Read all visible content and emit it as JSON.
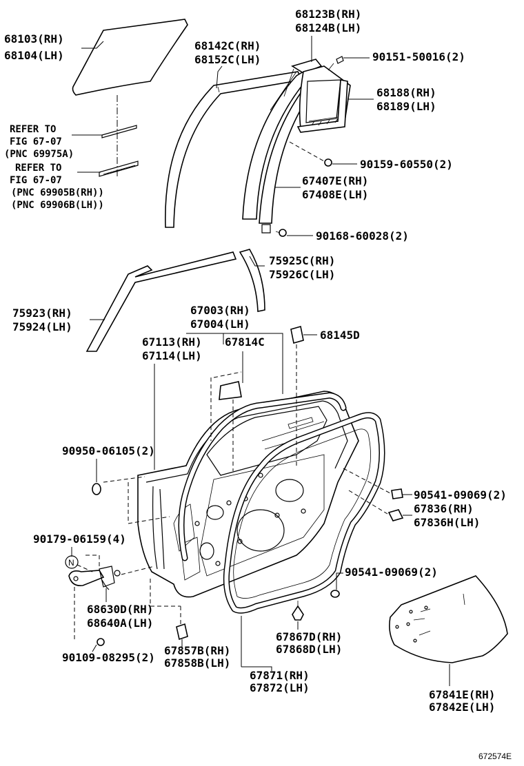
{
  "labels": {
    "l68103": "68103(RH)",
    "l68104": "68104(LH)",
    "l68123b": "68123B(RH)",
    "l68124b": "68124B(LH)",
    "l90151": "90151-50016(2)",
    "l68142c": "68142C(RH)",
    "l68152c": "68152C(LH)",
    "l68188": "68188(RH)",
    "l68189": "68189(LH)",
    "refer1": "REFER TO",
    "fig1": "FIG 67-07",
    "pnc1": "(PNC 69975A)",
    "refer2": "REFER TO",
    "fig2": "FIG 67-07",
    "pnc2a": "(PNC 69905B(RH))",
    "pnc2b": "(PNC 69906B(LH))",
    "l90159": "90159-60550(2)",
    "l67407e": "67407E(RH)",
    "l67408e": "67408E(LH)",
    "l90168": "90168-60028(2)",
    "l75925c": "75925C(RH)",
    "l75926c": "75926C(LH)",
    "l75923": "75923(RH)",
    "l75924": "75924(LH)",
    "l67003": "67003(RH)",
    "l67004": "67004(LH)",
    "l67113": "67113(RH)",
    "l67114": "67114(LH)",
    "l67814c": "67814C",
    "l68145d": "68145D",
    "l90950": "90950-06105(2)",
    "l90541a": "90541-09069(2)",
    "l67836": "67836(RH)",
    "l67836h": "67836H(LH)",
    "l90179": "90179-06159(4)",
    "n_marker": "N",
    "l90541b": "90541-09069(2)",
    "l68630d": "68630D(RH)",
    "l68640a": "68640A(LH)",
    "l67867d": "67867D(RH)",
    "l67868d": "67868D(LH)",
    "l90109": "90109-08295(2)",
    "l67857b": "67857B(RH)",
    "l67858b": "67858B(LH)",
    "l67871": "67871(RH)",
    "l67872": "67872(LH)",
    "l67841e": "67841E(RH)",
    "l67842e": "67842E(LH)"
  },
  "figure_id": "672574E"
}
